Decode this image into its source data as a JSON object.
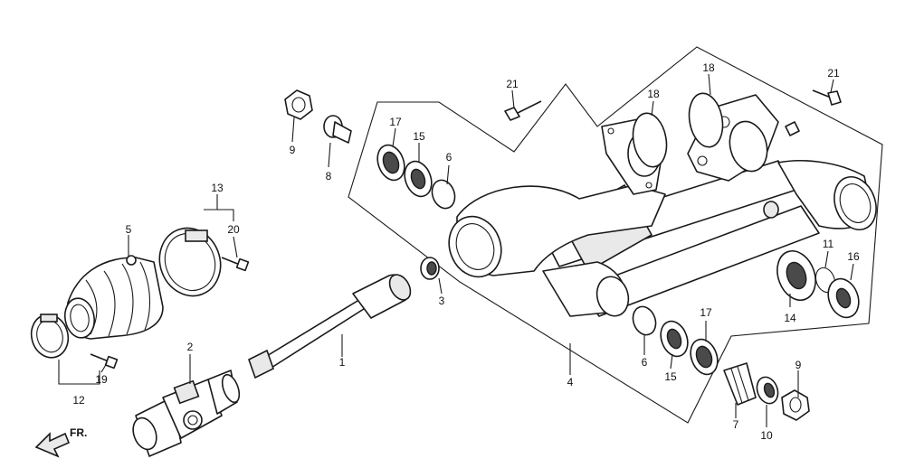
{
  "callouts": {
    "c1": "1",
    "c2": "2",
    "c3": "3",
    "c4": "4",
    "c5": "5",
    "c6a": "6",
    "c6b": "6",
    "c7": "7",
    "c8": "8",
    "c9a": "9",
    "c9b": "9",
    "c10": "10",
    "c11": "11",
    "c12": "12",
    "c13": "13",
    "c14": "14",
    "c15a": "15",
    "c15b": "15",
    "c16": "16",
    "c17a": "17",
    "c17b": "17",
    "c18a": "18",
    "c18b": "18",
    "c19": "19",
    "c20": "20",
    "c21a": "21",
    "c21b": "21"
  },
  "direction_label": "FR.",
  "colors": {
    "line": "#1a1a1a",
    "background": "#ffffff",
    "shade": "#e9e9e9"
  }
}
